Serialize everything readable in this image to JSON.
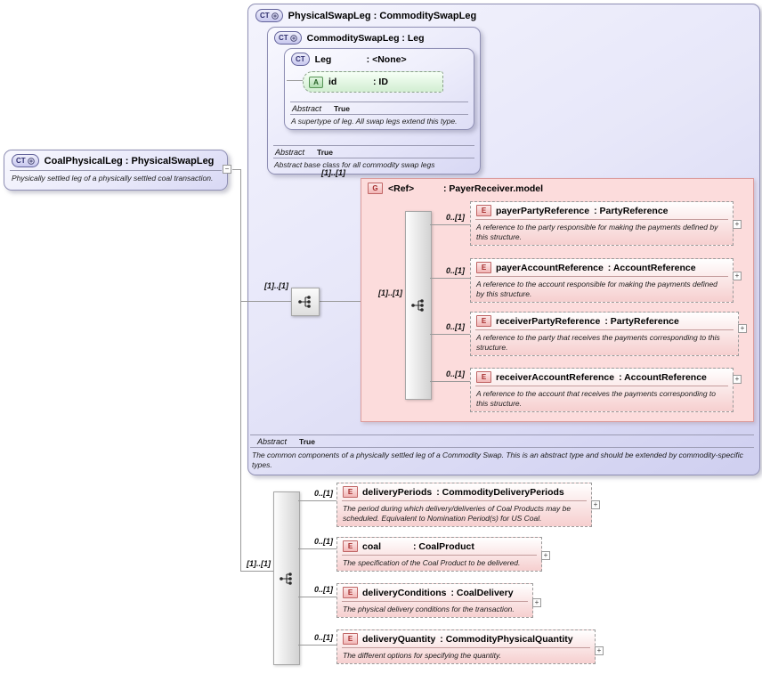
{
  "icons": {
    "complex_type": "CT",
    "attribute": "A",
    "group": "G",
    "element": "E",
    "plus": "+",
    "minus": "−"
  },
  "root_box": {
    "title": "CoalPhysicalLeg : PhysicalSwapLeg",
    "annotation": "Physically settled leg of a physically settled coal transaction."
  },
  "physical_swap_leg": {
    "title": "PhysicalSwapLeg : CommoditySwapLeg",
    "abstract_label": "Abstract",
    "abstract_value": "True",
    "annotation": "The common components of a physically settled leg of a Commodity Swap. This is an abstract type and should be extended by commodity-specific types."
  },
  "commodity_swap_leg": {
    "title": "CommoditySwapLeg : Leg",
    "abstract_label": "Abstract",
    "abstract_value": "True",
    "annotation": "Abstract base class for all commodity swap legs",
    "leg": {
      "name": "Leg",
      "type": ": <None>",
      "abstract_label": "Abstract",
      "abstract_value": "True",
      "annotation": "A supertype of leg. All swap legs extend this type.",
      "attribute": {
        "name": "id",
        "type": ": ID"
      }
    }
  },
  "inherited_content": {
    "cardinality": "[1]..[1]",
    "group": {
      "cardinality": "[1]..[1]",
      "name": "<Ref>",
      "type": ": PayerReceiver.model",
      "sequence_cardinality": "[1]..[1]",
      "elements": [
        {
          "cardinality": "0..[1]",
          "name": "payerPartyReference",
          "type": ": PartyReference",
          "annotation": "A reference to the party responsible for making the payments defined by this structure."
        },
        {
          "cardinality": "0..[1]",
          "name": "payerAccountReference",
          "type": ": AccountReference",
          "annotation": "A reference to the account responsible for making the payments defined by this structure."
        },
        {
          "cardinality": "0..[1]",
          "name": "receiverPartyReference",
          "type": ": PartyReference",
          "annotation": "A reference to the party that receives the payments corresponding to this structure."
        },
        {
          "cardinality": "0..[1]",
          "name": "receiverAccountReference",
          "type": ": AccountReference",
          "annotation": "A reference to the account that receives the payments corresponding to this structure."
        }
      ]
    }
  },
  "own_content": {
    "cardinality": "[1]..[1]",
    "elements": [
      {
        "cardinality": "0..[1]",
        "name": "deliveryPeriods",
        "type": ": CommodityDeliveryPeriods",
        "annotation": "The period during which delivery/deliveries of Coal Products may be scheduled. Equivalent to Nomination Period(s) for US Coal."
      },
      {
        "cardinality": "0..[1]",
        "name": "coal",
        "type": ": CoalProduct",
        "annotation": "The specification of the Coal Product to be delivered."
      },
      {
        "cardinality": "0..[1]",
        "name": "deliveryConditions",
        "type": ": CoalDelivery",
        "annotation": "The physical delivery conditions for the transaction."
      },
      {
        "cardinality": "0..[1]",
        "name": "deliveryQuantity",
        "type": ": CommodityPhysicalQuantity",
        "annotation": "The different options for specifying the quantity."
      }
    ]
  },
  "colors": {
    "complex_type_fill": "#dedef7",
    "group_fill": "#fcdcdc",
    "element_fill": "#f6cfcf",
    "attribute_fill": "#d2eed2",
    "border_blue": "#8f8fb4",
    "border_red": "#dc9c9c",
    "connector": "#999999"
  }
}
